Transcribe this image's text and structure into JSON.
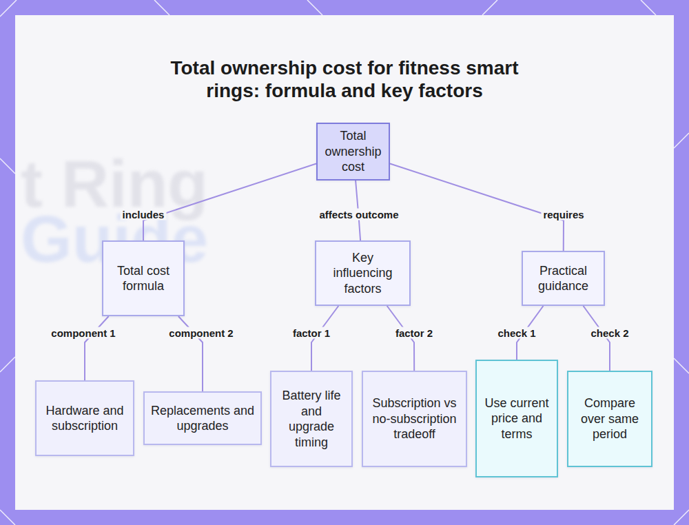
{
  "diagram": {
    "title": "Total ownership cost for fitness smart rings: formula and key factors",
    "nodes": [
      {
        "text": [
          "Total ownership cost"
        ]
      },
      {
        "text": [
          "Total cost formula"
        ]
      },
      {
        "text": [
          "Key influencing factors"
        ]
      },
      {
        "text": [
          "Practical guidance"
        ]
      },
      {
        "text": [
          "Hardware and subscription"
        ]
      },
      {
        "text": [
          "Replacements and upgrades"
        ]
      },
      {
        "text": [
          "Battery life and upgrade timing"
        ]
      },
      {
        "text": [
          "Subscription vs no-subscription tradeoff"
        ]
      },
      {
        "text": [
          "Use current price and terms"
        ]
      },
      {
        "text": [
          "Compare over same period"
        ]
      }
    ],
    "edges": [
      {
        "from": 0,
        "to": 1,
        "label": "includes",
        "arrow": "none"
      },
      {
        "from": 0,
        "to": 2,
        "label": "affects outcome",
        "arrow": "none"
      },
      {
        "from": 0,
        "to": 3,
        "label": "requires",
        "arrow": "none"
      },
      {
        "from": 1,
        "to": 4,
        "label": "component 1",
        "arrow": "none"
      },
      {
        "from": 1,
        "to": 5,
        "label": "component 2",
        "arrow": "none"
      },
      {
        "from": 2,
        "to": 6,
        "label": "factor 1",
        "arrow": "none"
      },
      {
        "from": 2,
        "to": 7,
        "label": "factor 2",
        "arrow": "none"
      },
      {
        "from": 3,
        "to": 8,
        "label": "check 1",
        "arrow": "none"
      },
      {
        "from": 3,
        "to": 9,
        "label": "check 2",
        "arrow": "none"
      }
    ],
    "labels": [
      "t Ring",
      "Guide"
    ]
  }
}
